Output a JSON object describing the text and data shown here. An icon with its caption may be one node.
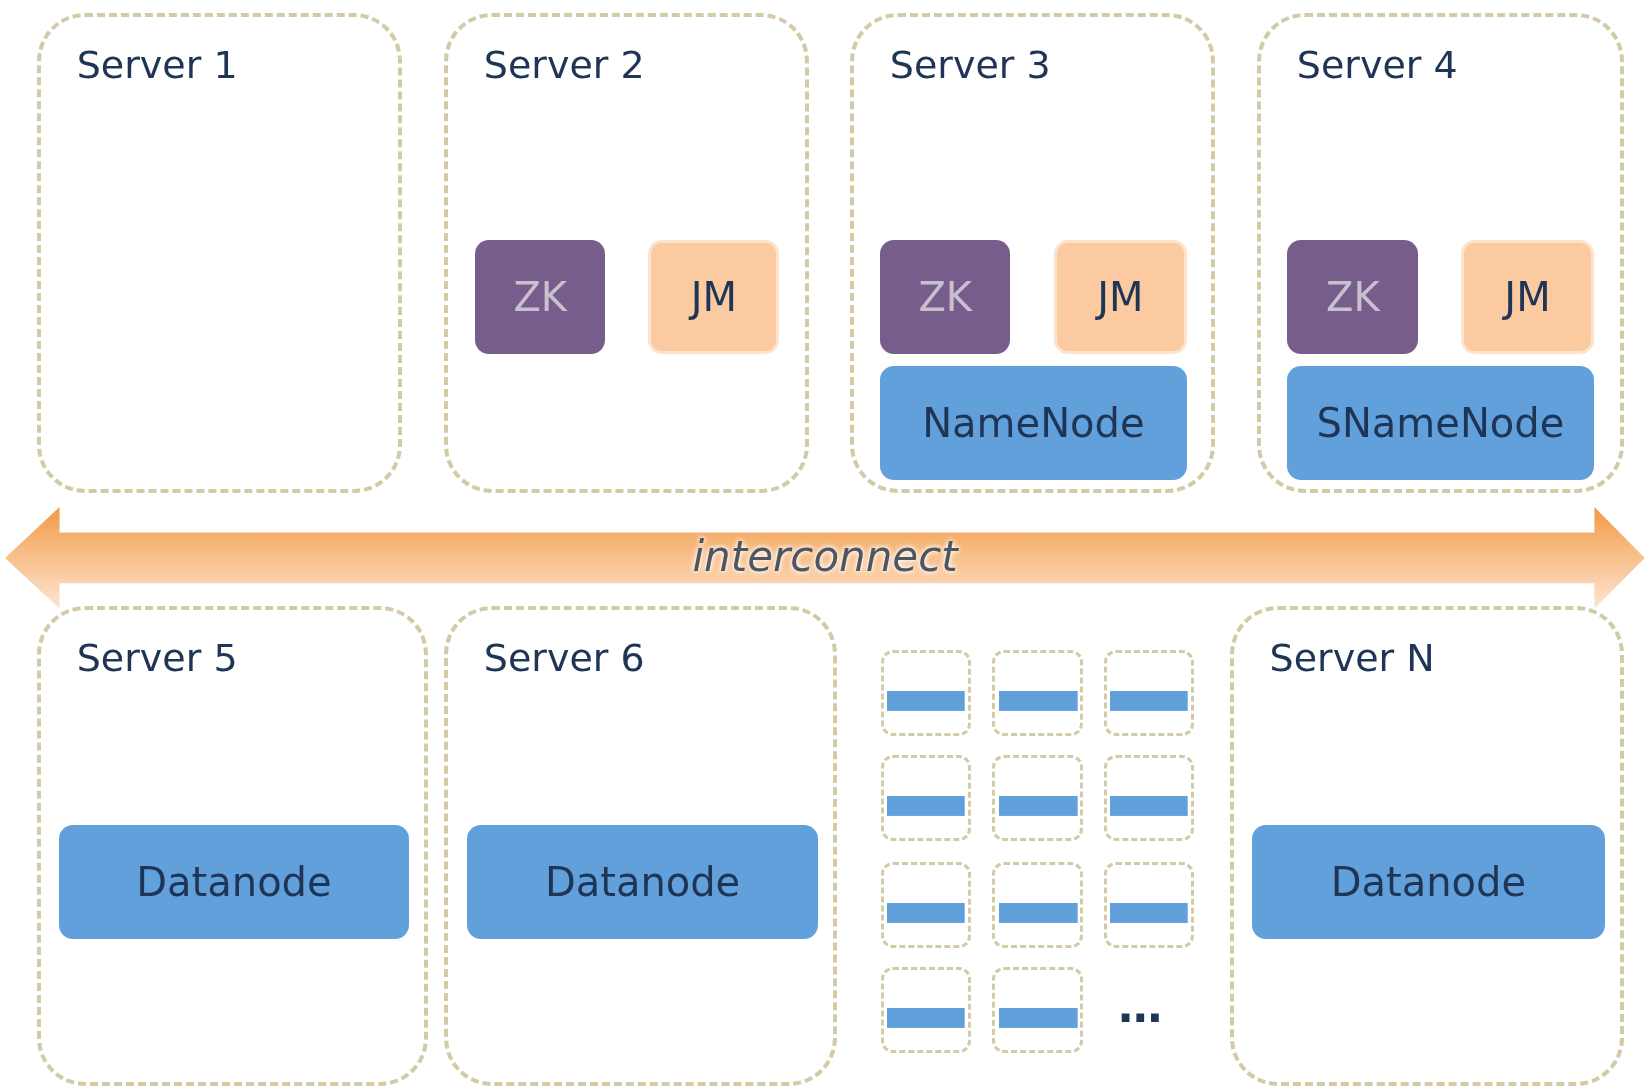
{
  "diagram": {
    "nodes": [
      {
        "text": [
          "Server 1"
        ]
      },
      {
        "text": [
          "Server 2"
        ]
      },
      {
        "text": [
          "ZK"
        ],
        "in": 1
      },
      {
        "text": [
          "JM"
        ],
        "in": 1
      },
      {
        "text": [
          "Server 3"
        ]
      },
      {
        "text": [
          "ZK"
        ],
        "in": 4
      },
      {
        "text": [
          "JM"
        ],
        "in": 4
      },
      {
        "text": [
          "NameNode"
        ],
        "in": 4
      },
      {
        "text": [
          "Server 4"
        ]
      },
      {
        "text": [
          "ZK"
        ],
        "in": 8
      },
      {
        "text": [
          "JM"
        ],
        "in": 8
      },
      {
        "text": [
          "SNameNode"
        ],
        "in": 8
      },
      {
        "text": [
          "interconnect"
        ]
      },
      {
        "text": [
          "Server 5"
        ]
      },
      {
        "text": [
          "Datanode"
        ],
        "in": 13
      },
      {
        "text": [
          "Server 6"
        ]
      },
      {
        "text": [
          "Datanode"
        ],
        "in": 15
      },
      {
        "text": [],
        "shape": "box"
      },
      {
        "text": [],
        "shape": "box"
      },
      {
        "text": [],
        "shape": "box"
      },
      {
        "text": [],
        "shape": "box"
      },
      {
        "text": [],
        "shape": "box"
      },
      {
        "text": [],
        "shape": "box"
      },
      {
        "text": [],
        "shape": "box"
      },
      {
        "text": [],
        "shape": "box"
      },
      {
        "text": [],
        "shape": "box"
      },
      {
        "text": [],
        "shape": "box"
      },
      {
        "text": [],
        "shape": "box"
      },
      {
        "text": [
          "Server N"
        ]
      },
      {
        "text": [
          "Datanode"
        ],
        "in": 28
      }
    ],
    "labels": [
      "…"
    ]
  }
}
